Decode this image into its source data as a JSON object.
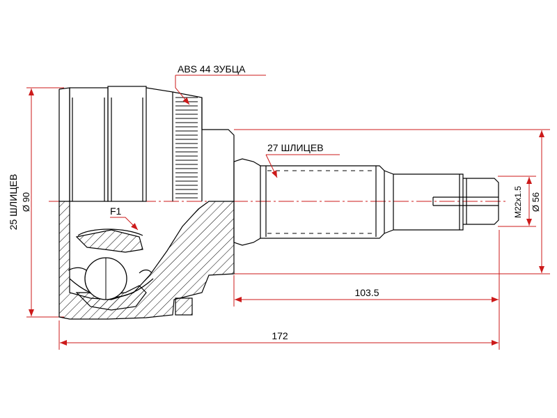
{
  "labels": {
    "abs_teeth": "ABS 44 ЗУБЦА",
    "shaft_splines": "27 ШЛИЦЕВ",
    "housing_splines": "25 ШЛИЦЕВ",
    "outer_diameter": "Ø 90",
    "section_mark": "F1",
    "thread": "M22x1.5",
    "seal_diameter": "Ø 56",
    "shaft_length": "103.5",
    "total_length": "172"
  },
  "colors": {
    "line": "#000000",
    "dimension": "#cc1a1a",
    "hatch": "#000000",
    "background": "#ffffff"
  }
}
